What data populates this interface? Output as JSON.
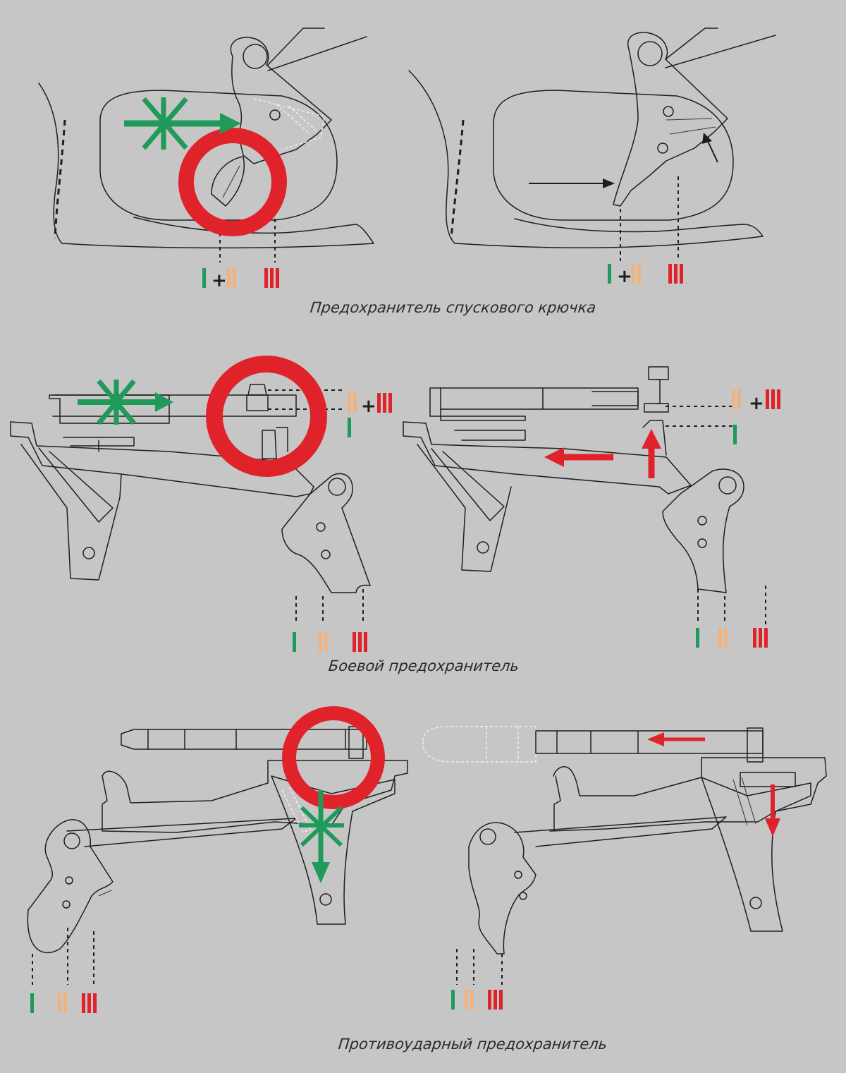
{
  "captions": {
    "trigger_safety": "Предохранитель спускового крючка",
    "firing_pin_safety": "Боевой предохранитель",
    "drop_safety": "Противоударный предохранитель"
  },
  "markers": {
    "green": "I",
    "orange": "II",
    "red": "III",
    "plus": "+"
  },
  "colors": {
    "background": "#c6c6c6",
    "line": "#1e1e1e",
    "green": "#1f9a5a",
    "orange": "#f2b27e",
    "red": "#e0232a",
    "ghost": "#f2f2f2"
  },
  "icons": [
    "blocked-arrow-icon",
    "red-ring-icon",
    "black-arrow-icon",
    "red-arrow-icon"
  ]
}
